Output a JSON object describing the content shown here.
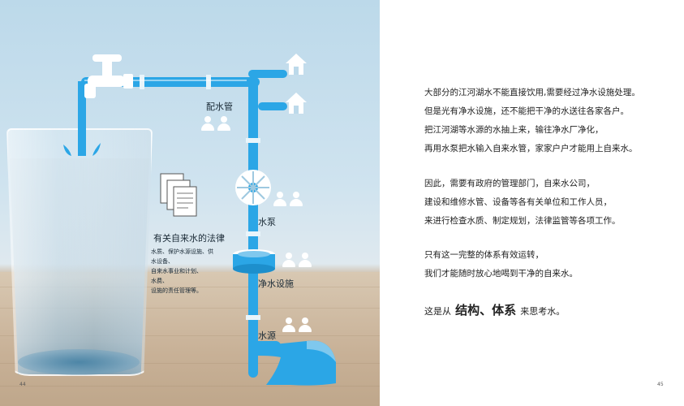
{
  "left_page": {
    "labels": {
      "pipe": "配水管",
      "pump": "水泵",
      "treatment": "净水设施",
      "source": "水源"
    },
    "law": {
      "title": "有关自来水的法律",
      "items": [
        "水质、保护水源设施、供",
        "水设备、",
        "自来水事业和计划、",
        "水费、",
        "设施的责任管理等。"
      ]
    },
    "page_number": "44",
    "icons": [
      "faucet-icon",
      "house-icon",
      "people-icon",
      "pump-wheel-icon",
      "document-stack-icon",
      "treatment-tank-icon",
      "source-outlet-icon"
    ],
    "colors": {
      "pipe": "#2ba6e6"
    }
  },
  "right_page": {
    "paragraphs": [
      [
        "大部分的江河湖水不能直接饮用,需要经过净水设施处理。",
        "但是光有净水设施，还不能把干净的水送往各家各户。",
        "把江河湖等水源的水抽上来，输往净水厂净化，",
        "再用水泵把水输入自来水管，家家户户才能用上自来水。"
      ],
      [
        "因此，需要有政府的管理部门，自来水公司，",
        "建设和维修水管、设备等各有关单位和工作人员，",
        "来进行检查水质、制定规划，法律监管等各项工作。"
      ],
      [
        "只有这一完整的体系有效运转，",
        "我们才能随时放心地喝到干净的自来水。"
      ]
    ],
    "closing": {
      "prefix": "这是从",
      "emphasis": "结构、体系",
      "suffix": "来思考水。"
    },
    "page_number": "45"
  }
}
